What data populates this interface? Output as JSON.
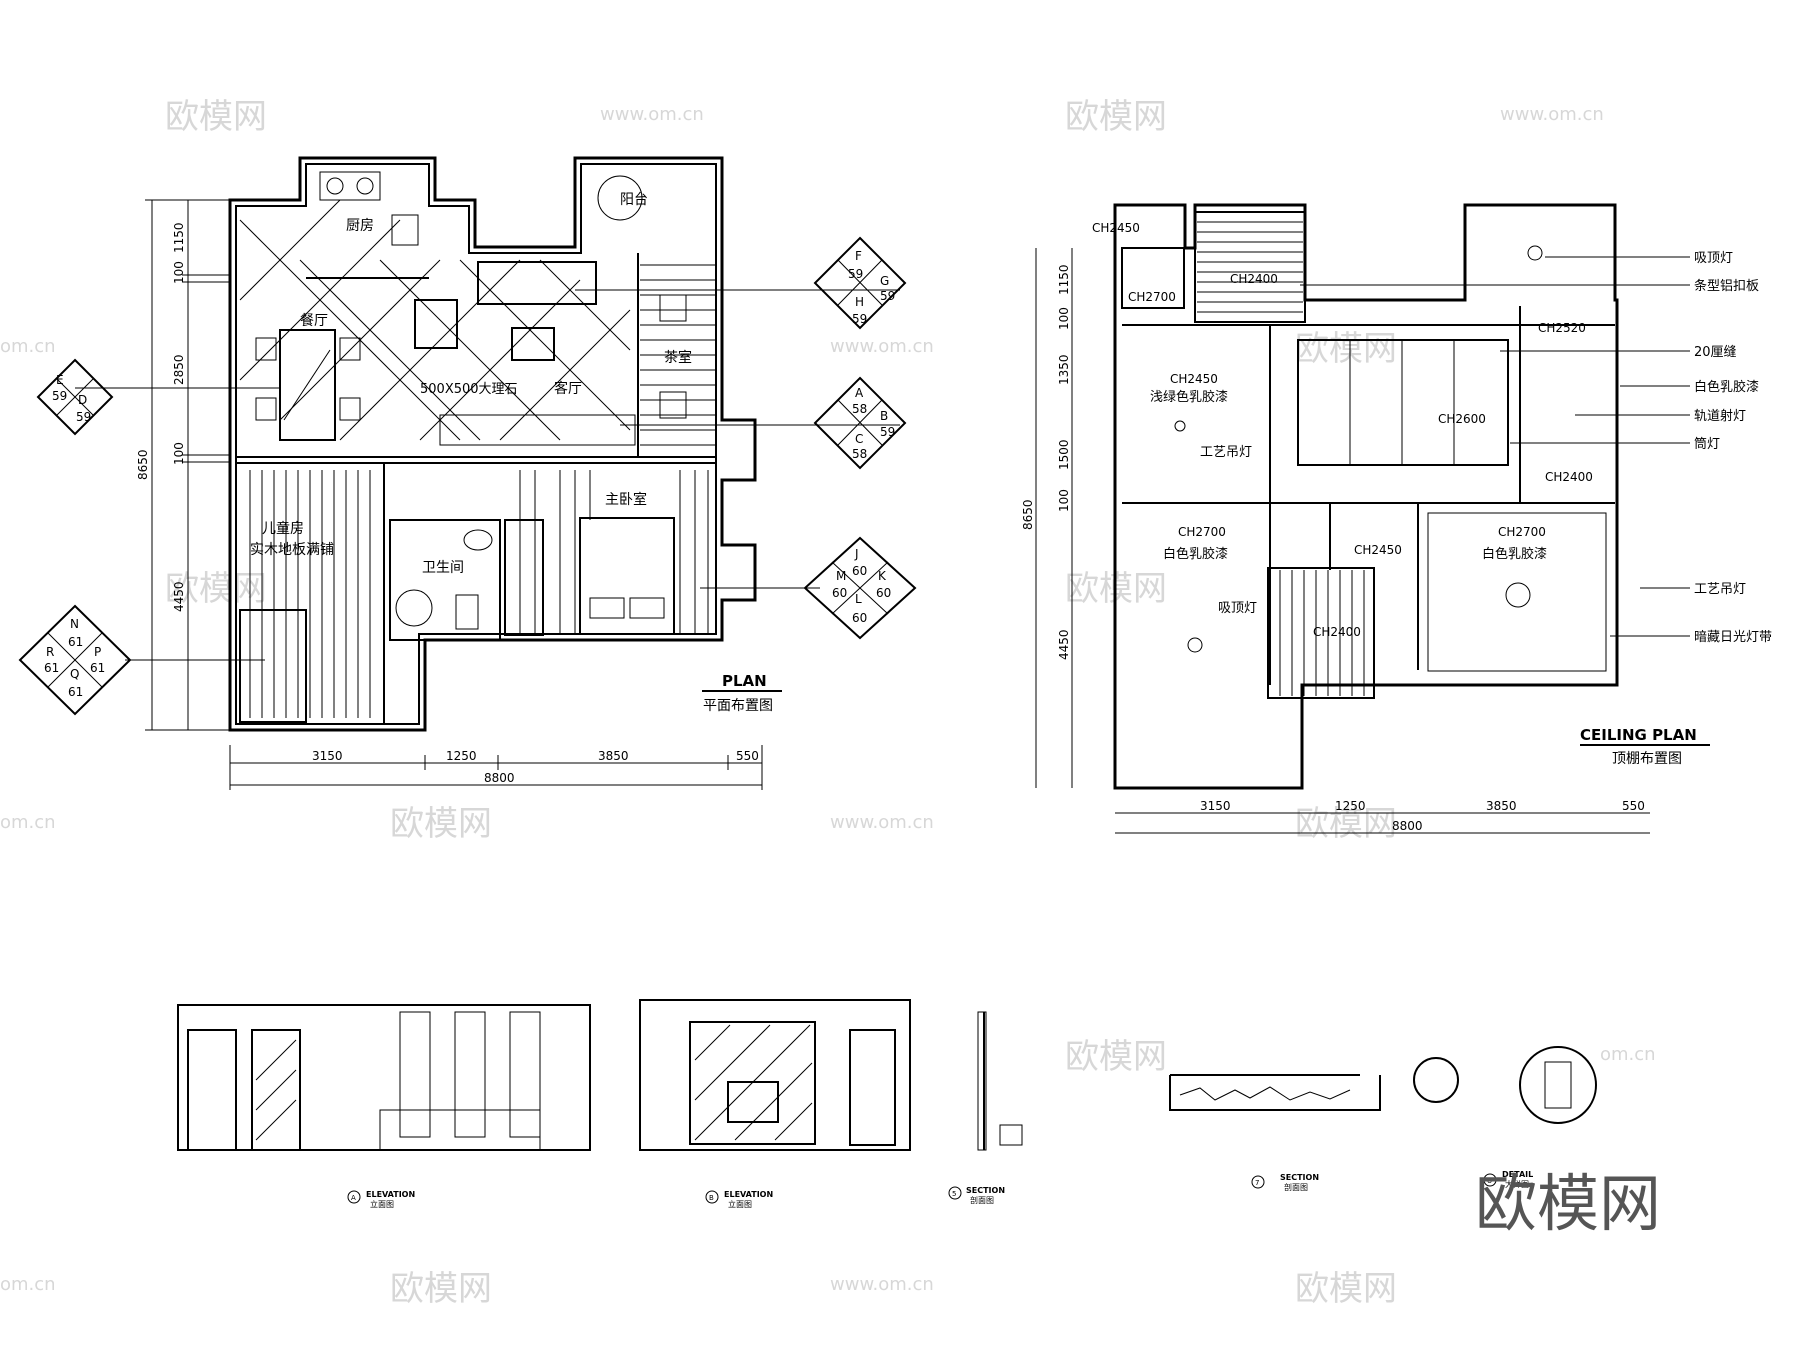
{
  "watermarks": {
    "cn": "欧模网",
    "url": "www.om.cn",
    "url_short": "om.cn",
    "brand": "欧模网"
  },
  "plan": {
    "title": "PLAN",
    "subtitle": "平面布置图",
    "rooms": {
      "kitchen": "厨房",
      "balcony": "阳台",
      "dining": "餐厅",
      "living": "客厅",
      "floor": "500X500大理石",
      "tea": "茶室",
      "kids1": "儿童房",
      "kids2": "实木地板满铺",
      "bath": "卫生间",
      "master": "主卧室"
    },
    "dims_v": [
      "1150",
      "100",
      "2850",
      "100",
      "4450",
      "8650"
    ],
    "dims_h": [
      "3150",
      "1250",
      "3850",
      "550",
      "8800"
    ],
    "markers": {
      "FG": {
        "top": "F",
        "left": "59",
        "right": "G",
        "right_val": "59",
        "bottom": "H",
        "bottom_val": "59"
      },
      "ED": {
        "top": "E",
        "left": "59",
        "right": "D",
        "bottom": "59"
      },
      "AB": {
        "top": "A",
        "top_val": "58",
        "right": "B",
        "right_val": "59",
        "bottom": "C",
        "bottom_val": "58"
      },
      "JK": {
        "top": "J",
        "top_val": "60",
        "left": "M",
        "left_val": "60",
        "right": "K",
        "right_val": "60",
        "bottom": "L",
        "bottom_val": "60"
      },
      "NP": {
        "top": "N",
        "top_val": "61",
        "left": "R",
        "left_val": "61",
        "right": "P",
        "right_val": "61",
        "bottom": "Q",
        "bottom_val": "61"
      }
    }
  },
  "ceiling": {
    "title": "CEILING PLAN",
    "subtitle": "顶棚布置图",
    "heights": {
      "ch2450_top": "CH2450",
      "ch2700_a": "CH2700",
      "ch2400_a": "CH2400",
      "ch2520": "CH2520",
      "ch2450_b": "CH2450",
      "ch2600": "CH2600",
      "ch2400_b": "CH2400",
      "ch2700_b": "CH2700",
      "ch2450_c": "CH2450",
      "ch2700_c": "CH2700",
      "ch2400_c": "CH2400"
    },
    "notes": {
      "green_latex": "浅绿色乳胶漆",
      "art_lamp1": "工艺吊灯",
      "white_latex1": "白色乳胶漆",
      "white_latex2": "白色乳胶漆",
      "ceiling_lamp_in": "吸顶灯"
    },
    "labels": [
      "吸顶灯",
      "条型铝扣板",
      "20厘缝",
      "白色乳胶漆",
      "轨道射灯",
      "筒灯",
      "工艺吊灯",
      "暗藏日光灯带"
    ],
    "dims_v": [
      "1150",
      "100",
      "1350",
      "1500",
      "100",
      "4450",
      "8650"
    ],
    "dims_h": [
      "3150",
      "1250",
      "3850",
      "550",
      "8800"
    ]
  },
  "elevations": {
    "e1": {
      "title": "ELEVATION",
      "sub": "立面图",
      "marker": "A"
    },
    "e2": {
      "title": "ELEVATION",
      "sub": "立面图",
      "marker": "B"
    },
    "s1": {
      "title": "SECTION",
      "sub": "剖面图",
      "marker": "5"
    },
    "s2": {
      "title": "SECTION",
      "sub": "剖面图",
      "marker": "7"
    },
    "d1": {
      "title": "DETAIL",
      "sub": "大样图",
      "marker": "U"
    }
  }
}
